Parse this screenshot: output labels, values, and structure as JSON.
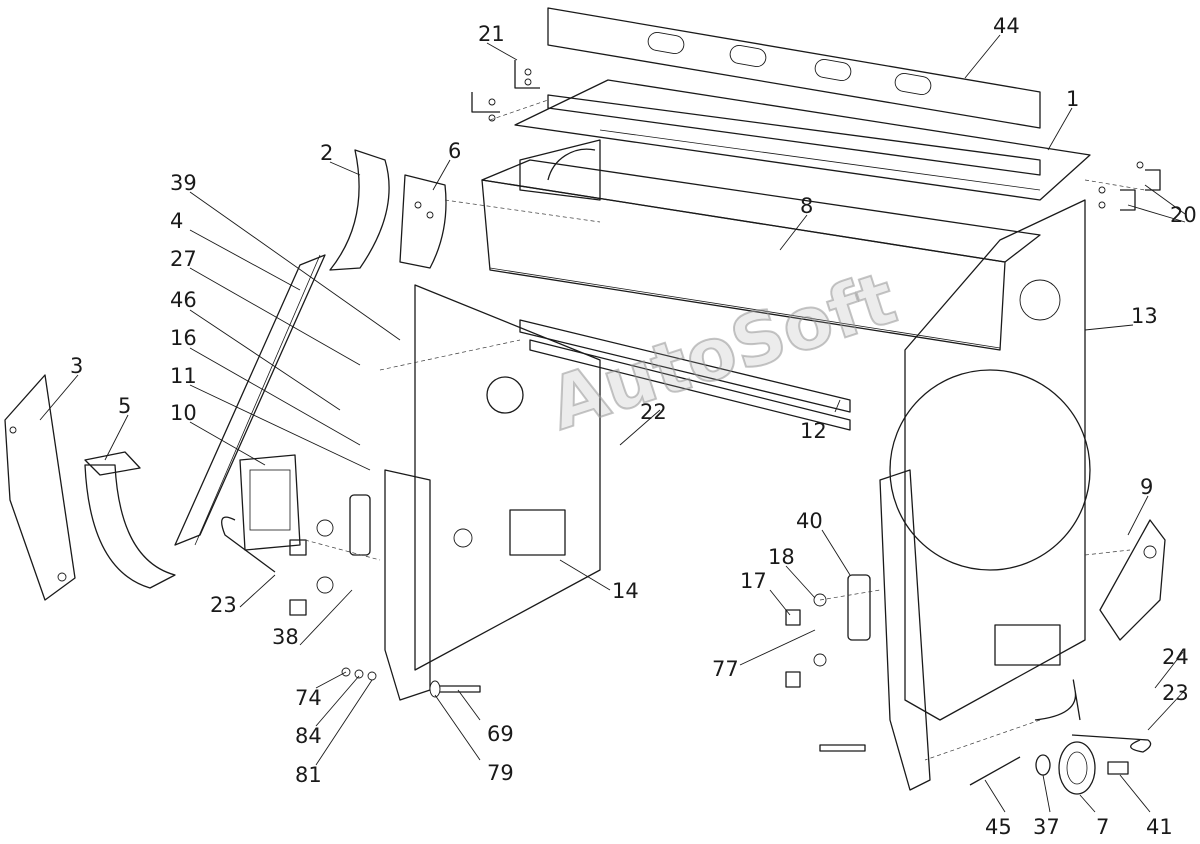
{
  "diagram": {
    "watermark": "AutoSoft",
    "callouts": [
      "44",
      "21",
      "1",
      "2",
      "6",
      "20",
      "39",
      "8",
      "4",
      "27",
      "13",
      "46",
      "16",
      "11",
      "22",
      "12",
      "10",
      "3",
      "5",
      "9",
      "40",
      "18",
      "17",
      "23",
      "38",
      "14",
      "77",
      "24",
      "74",
      "84",
      "69",
      "81",
      "79",
      "45",
      "37",
      "7",
      "41"
    ]
  }
}
